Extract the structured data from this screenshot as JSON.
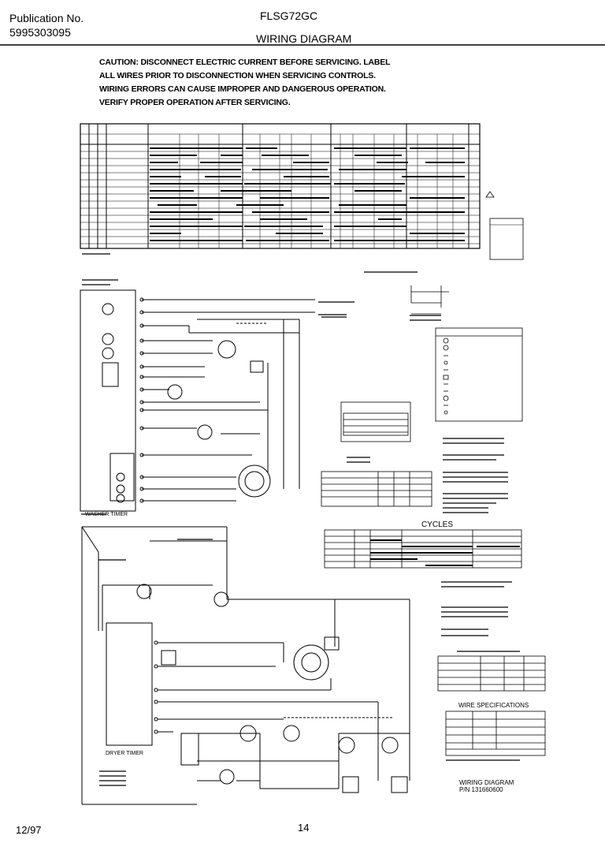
{
  "header": {
    "publication_label": "Publication No.",
    "publication_number": "5995303095",
    "model": "FLSG72GC",
    "title": "WIRING DIAGRAM"
  },
  "caution_lines": [
    "CAUTION: DISCONNECT ELECTRIC CURRENT BEFORE SERVICING. LABEL",
    "ALL WIRES PRIOR TO DISCONNECTION WHEN SERVICING CONTROLS.",
    "WIRING ERRORS CAN CAUSE IMPROPER AND DANGEROUS OPERATION.",
    "VERIFY PROPER OPERATION AFTER SERVICING."
  ],
  "washer_timer_label": "WASHER TIMER",
  "dryer_timer_label": "DRYER TIMER",
  "cycles_label": "CYCLES",
  "wiring_diagram_pn": {
    "label": "WIRING DIAGRAM",
    "pn": "P/N 131660600"
  },
  "wire_specifications_label": "WIRE SPECIFICATIONS",
  "footer": {
    "date": "12/97",
    "page": "14"
  }
}
